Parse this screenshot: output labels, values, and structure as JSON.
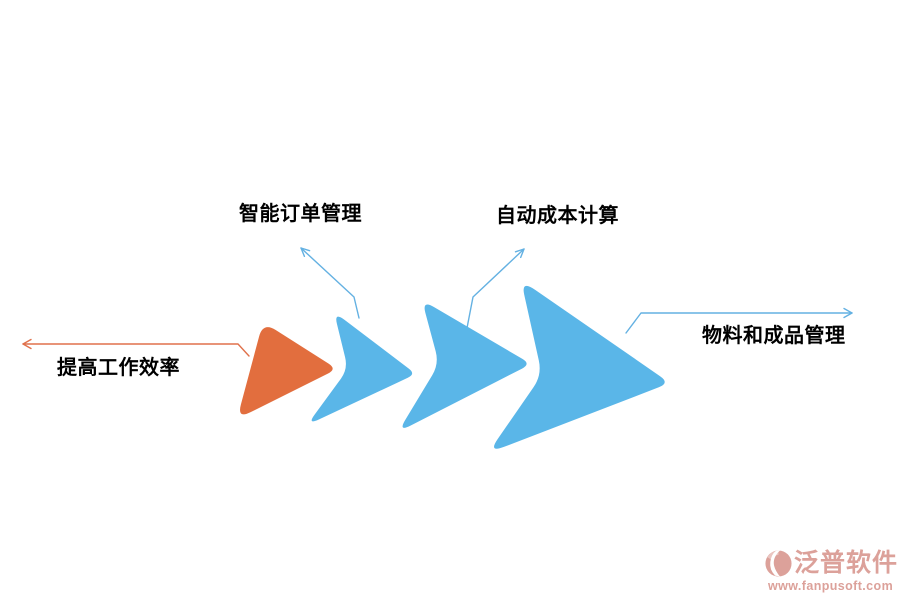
{
  "diagram": {
    "type": "process-arrow-flow",
    "steps": [
      {
        "id": "step-1",
        "label": "提高工作效率",
        "shape": "triangle",
        "color": "#e26e3e",
        "label_side": "left"
      },
      {
        "id": "step-2",
        "label": "智能订单管理",
        "shape": "chevron",
        "color": "#5ab6e8",
        "label_side": "top-left"
      },
      {
        "id": "step-3",
        "label": "自动成本计算",
        "shape": "chevron",
        "color": "#5ab6e8",
        "label_side": "top-right"
      },
      {
        "id": "step-4",
        "label": "物料和成品管理",
        "shape": "chevron",
        "color": "#5ab6e8",
        "label_side": "right"
      }
    ],
    "colors": {
      "leader_orange": "#e0714b",
      "leader_blue": "#64b1e2",
      "text": "#000000",
      "background": "#ffffff"
    }
  },
  "watermark": {
    "brand": "泛普软件",
    "url": "www.fanpusoft.com",
    "color": "#dca19a",
    "color_light": "#eac5c0"
  }
}
